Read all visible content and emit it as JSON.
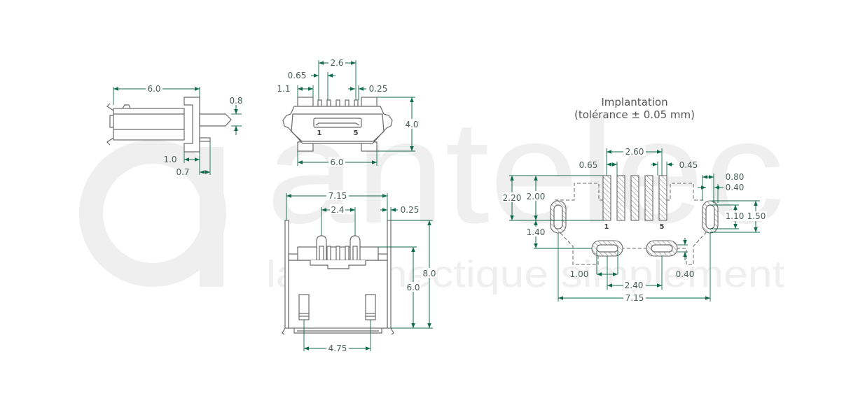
{
  "watermark": {
    "brand": "antelec",
    "tagline": "la connectique simplement"
  },
  "side_view": {
    "dims": {
      "length": "6.0",
      "pin_height": "0.8",
      "flange": "1.0",
      "tab": "0.7"
    }
  },
  "front_view": {
    "dims": {
      "pitch_span": "2.6",
      "pin_pitch": "0.65",
      "tab_width": "1.1",
      "pin_width": "0.25",
      "height": "4.0",
      "width": "6.0"
    },
    "pin_labels": {
      "first": "1",
      "last": "5"
    }
  },
  "bottom_view": {
    "dims": {
      "total_width": "7.15",
      "post_spacing": "2.4",
      "post_width": "0.25",
      "total_depth": "8.0",
      "body_depth": "6.0",
      "slot_spacing": "4.75"
    }
  },
  "footprint": {
    "title": "Implantation",
    "subtitle": "(tolérance ± 0.05 mm)",
    "pin_labels": {
      "first": "1",
      "last": "5"
    },
    "dims": {
      "pad_span": "2.60",
      "pad_pitch": "0.65",
      "pad_width": "0.45",
      "overall_height": "2.20",
      "pad_height": "2.00",
      "offset": "1.40",
      "oval_width": "0.80",
      "oval_inner": "0.40",
      "oval_inner_height": "1.10",
      "oval_height": "1.50",
      "bottom_oval": "1.00",
      "bottom_span": "2.40",
      "bottom_inner": "0.40",
      "total_width": "7.15"
    }
  },
  "colors": {
    "dimension": "#0f6a4c",
    "outline": "#6a6a6a",
    "watermark": "#efefef"
  }
}
